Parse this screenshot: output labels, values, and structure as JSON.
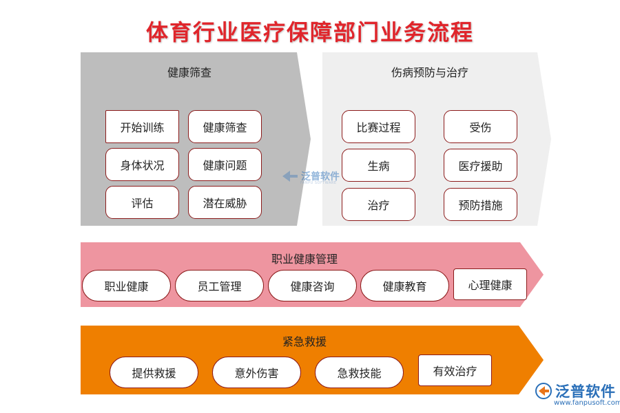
{
  "title": "体育行业医疗保障部门业务流程",
  "colors": {
    "title": "#e0252b",
    "screening_band": "#bdbdbd",
    "injury_band": "#efefef",
    "occupational_band": "#ee95a0",
    "emergency_band": "#ef7f00",
    "box_border": "#8b1a1a",
    "brand": "#2a6fb8"
  },
  "health_screening": {
    "label": "健康筛查",
    "items": [
      "开始训练",
      "健康筛查",
      "身体状况",
      "健康问题",
      "评估",
      "潜在威胁"
    ]
  },
  "injury_prevention": {
    "label": "伤病预防与治疗",
    "items": [
      "比赛过程",
      "受伤",
      "生病",
      "医疗援助",
      "治疗",
      "预防措施"
    ]
  },
  "occupational_health": {
    "label": "职业健康管理",
    "items": [
      "职业健康",
      "员工管理",
      "健康咨询",
      "健康教育",
      "心理健康"
    ]
  },
  "emergency_rescue": {
    "label": "紧急救援",
    "items": [
      "提供救援",
      "意外伤害",
      "急救技能",
      "有效治疗"
    ]
  },
  "watermark": {
    "name": "泛普软件",
    "sub": "FANPU SOFTWARE"
  },
  "logo": {
    "name": "泛普软件",
    "url": "www.fanpusoft.com"
  }
}
